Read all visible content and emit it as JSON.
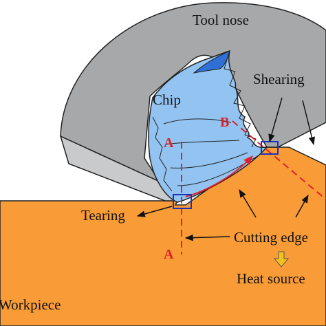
{
  "labels": {
    "tool_nose": "Tool nose",
    "shearing": "Shearing",
    "chip": "Chip",
    "tearing": "Tearing",
    "cutting_edge": "Cutting edge",
    "heat_source": "Heat source",
    "workpiece": "Workpiece",
    "section_a_top": "A",
    "section_a_bottom": "A",
    "section_b": "B"
  },
  "colors": {
    "workpiece": "#f99c37",
    "tool": "#a7a8aa",
    "tool_side": "#c9cacb",
    "chip": "#93c4f1",
    "chip_dark": "#2f6fd6",
    "section_line": "#e0202a",
    "marker_box": "#1a33b8",
    "heat_arrow": "#f2c21a"
  }
}
